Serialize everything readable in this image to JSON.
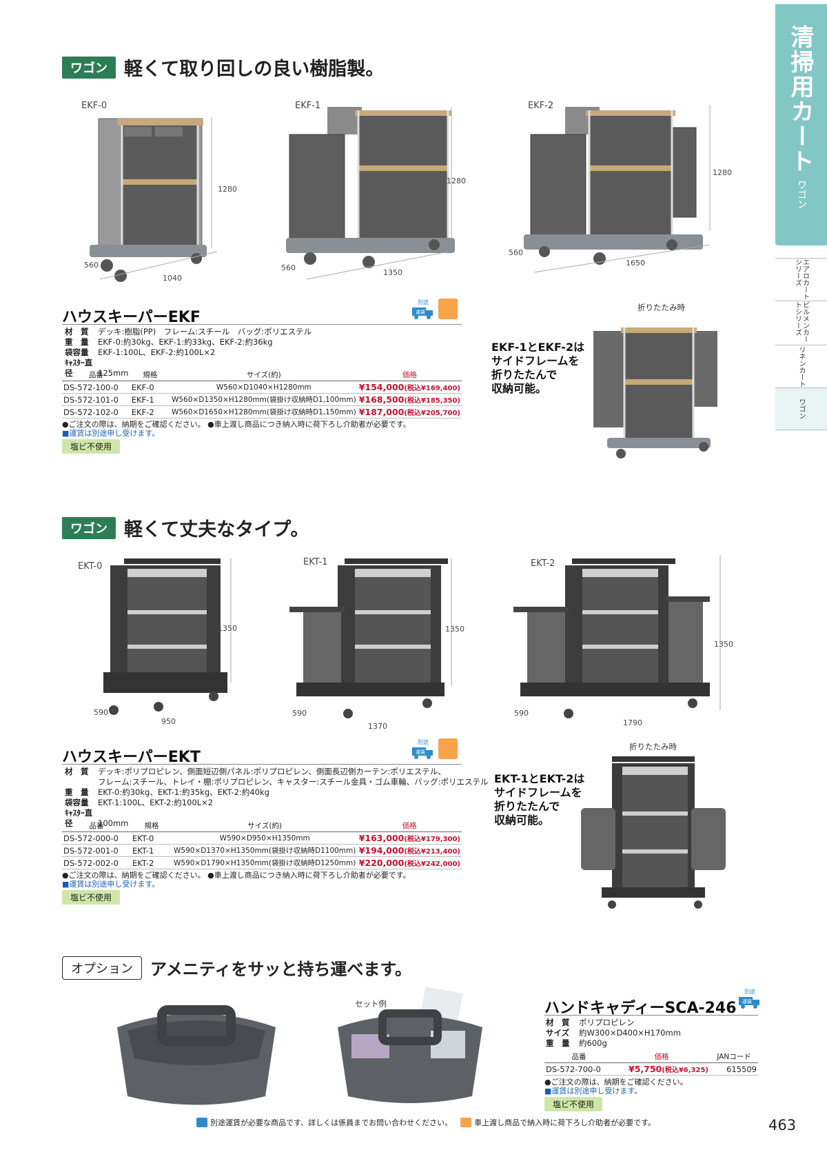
{
  "side": {
    "category": "清掃用カート",
    "subcategory": "ワゴン",
    "nav": [
      "エアロカートシリーズ",
      "ビルメンカートシリーズ",
      "リネンカート",
      "ワゴン"
    ]
  },
  "ekf": {
    "tag": "ワゴン",
    "headline": "軽くて取り回しの良い樹脂製。",
    "models": [
      "EKF-0",
      "EKF-1",
      "EKF-2"
    ],
    "dims": {
      "ekf0": {
        "h": "1280",
        "d": "560",
        "w": "1040"
      },
      "ekf1": {
        "h": "1280",
        "d": "560",
        "w": "1350"
      },
      "ekf2": {
        "h": "1280",
        "d": "560",
        "w": "1650"
      }
    },
    "name": "ハウスキーパーEKF",
    "specs": [
      {
        "k": "材　質",
        "v": "デッキ:樹脂(PP)　フレーム:スチール　バッグ:ポリエステル"
      },
      {
        "k": "重　量",
        "v": "EKF-0:約30kg、EKF-1:約33kg、EKF-2:約36kg"
      },
      {
        "k": "袋容量",
        "v": "EKF-1:100L、EKF-2:約100L×2"
      },
      {
        "k": "ｷｬｽﾀｰ直径",
        "v": "125mm"
      }
    ],
    "table_head": [
      "品番",
      "規格",
      "サイズ(約)",
      "価格"
    ],
    "rows": [
      {
        "code": "DS-572-100-0",
        "spec": "EKF-0",
        "size": "W560×D1040×H1280mm",
        "price": "¥154,000",
        "tax": "(税込¥169,400)"
      },
      {
        "code": "DS-572-101-0",
        "spec": "EKF-1",
        "size": "W560×D1350×H1280mm(袋掛け収納時D1,100mm)",
        "price": "¥168,500",
        "tax": "(税込¥185,350)"
      },
      {
        "code": "DS-572-102-0",
        "spec": "EKF-2",
        "size": "W560×D1650×H1280mm(袋掛け収納時D1,150mm)",
        "price": "¥187,000",
        "tax": "(税込¥205,700)"
      }
    ],
    "note1": "●ご注文の際は、納期をご確認ください。 ●車上渡し商品につき納入時に荷下ろし介助者が必要です。",
    "note2": "■運賃は別途申し受けます。",
    "badge": "塩ビ不使用",
    "fold_label": "折りたたみ時",
    "fold_text": [
      "EKF-1とEKF-2は",
      "サイドフレームを",
      "折りたたんで",
      "収納可能。"
    ],
    "ship_label": [
      "別途",
      "運賃"
    ]
  },
  "ekt": {
    "tag": "ワゴン",
    "headline": "軽くて丈夫なタイプ。",
    "models": [
      "EKT-0",
      "EKT-1",
      "EKT-2"
    ],
    "dims": {
      "ekt0": {
        "h": "1350",
        "d": "590",
        "w": "950"
      },
      "ekt1": {
        "h": "1350",
        "d": "590",
        "w": "1370"
      },
      "ekt2": {
        "h": "1350",
        "d": "590",
        "w": "1790"
      }
    },
    "name": "ハウスキーパーEKT",
    "specs": [
      {
        "k": "材　質",
        "v": "デッキ:ポリプロピレン、側面短辺側パネル:ポリプロピレン、側面長辺側カーテン:ポリエステル、"
      },
      {
        "k": "",
        "v": "フレーム:スチール、トレイ・棚:ポリプロピレン、キャスター:スチール金具・ゴム車輪、バッグ:ポリエステル"
      },
      {
        "k": "重　量",
        "v": "EKT-0:約30kg、EKT-1:約35kg、EKT-2:約40kg"
      },
      {
        "k": "袋容量",
        "v": "EKT-1:100L、EKT-2:約100L×2"
      },
      {
        "k": "ｷｬｽﾀｰ直径",
        "v": "100mm"
      }
    ],
    "table_head": [
      "品番",
      "規格",
      "サイズ(約)",
      "価格"
    ],
    "rows": [
      {
        "code": "DS-572-000-0",
        "spec": "EKT-0",
        "size": "W590×D950×H1350mm",
        "price": "¥163,000",
        "tax": "(税込¥179,300)"
      },
      {
        "code": "DS-572-001-0",
        "spec": "EKT-1",
        "size": "W590×D1370×H1350mm(袋掛け収納時D1100mm)",
        "price": "¥194,000",
        "tax": "(税込¥213,400)"
      },
      {
        "code": "DS-572-002-0",
        "spec": "EKT-2",
        "size": "W590×D1790×H1350mm(袋掛け収納時D1250mm)",
        "price": "¥220,000",
        "tax": "(税込¥242,000)"
      }
    ],
    "note1": "●ご注文の際は、納期をご確認ください。 ●車上渡し商品につき納入時に荷下ろし介助者が必要です。",
    "note2": "■運賃は別途申し受けます。",
    "badge": "塩ビ不使用",
    "fold_label": "折りたたみ時",
    "fold_text": [
      "EKT-1とEKT-2は",
      "サイドフレームを",
      "折りたたんで",
      "収納可能。"
    ],
    "ship_label": [
      "別途",
      "運賃"
    ]
  },
  "option": {
    "tag": "オプション",
    "headline": "アメニティをサッと持ち運べます。",
    "set_label": "セット例",
    "name": "ハンドキャディーSCA-246",
    "specs": [
      {
        "k": "材　質",
        "v": "ポリプロピレン"
      },
      {
        "k": "サイズ",
        "v": "約W300×D400×H170mm"
      },
      {
        "k": "重　量",
        "v": "約600g"
      }
    ],
    "table_head": [
      "品番",
      "価格",
      "JANコード"
    ],
    "row": {
      "code": "DS-572-700-0",
      "price": "¥5,750",
      "tax": "(税込¥6,325)",
      "jan": "615509"
    },
    "note1": "●ご注文の際は、納期をご確認ください。",
    "note2": "■運賃は別途申し受けます。",
    "badge": "塩ビ不使用",
    "ship_label": [
      "別途",
      "運賃"
    ]
  },
  "footer": {
    "text1": "別途運賃が必要な商品です、詳しくは係員までお問い合わせください。",
    "text2": "車上渡し商品で納入時に荷下ろし介助者が必要です。",
    "page": "463"
  },
  "colors": {
    "accent": "#82c7c5",
    "tag_green": "#2d7d56",
    "price_red": "#c8102e",
    "badge_green": "#cfe6a8"
  }
}
